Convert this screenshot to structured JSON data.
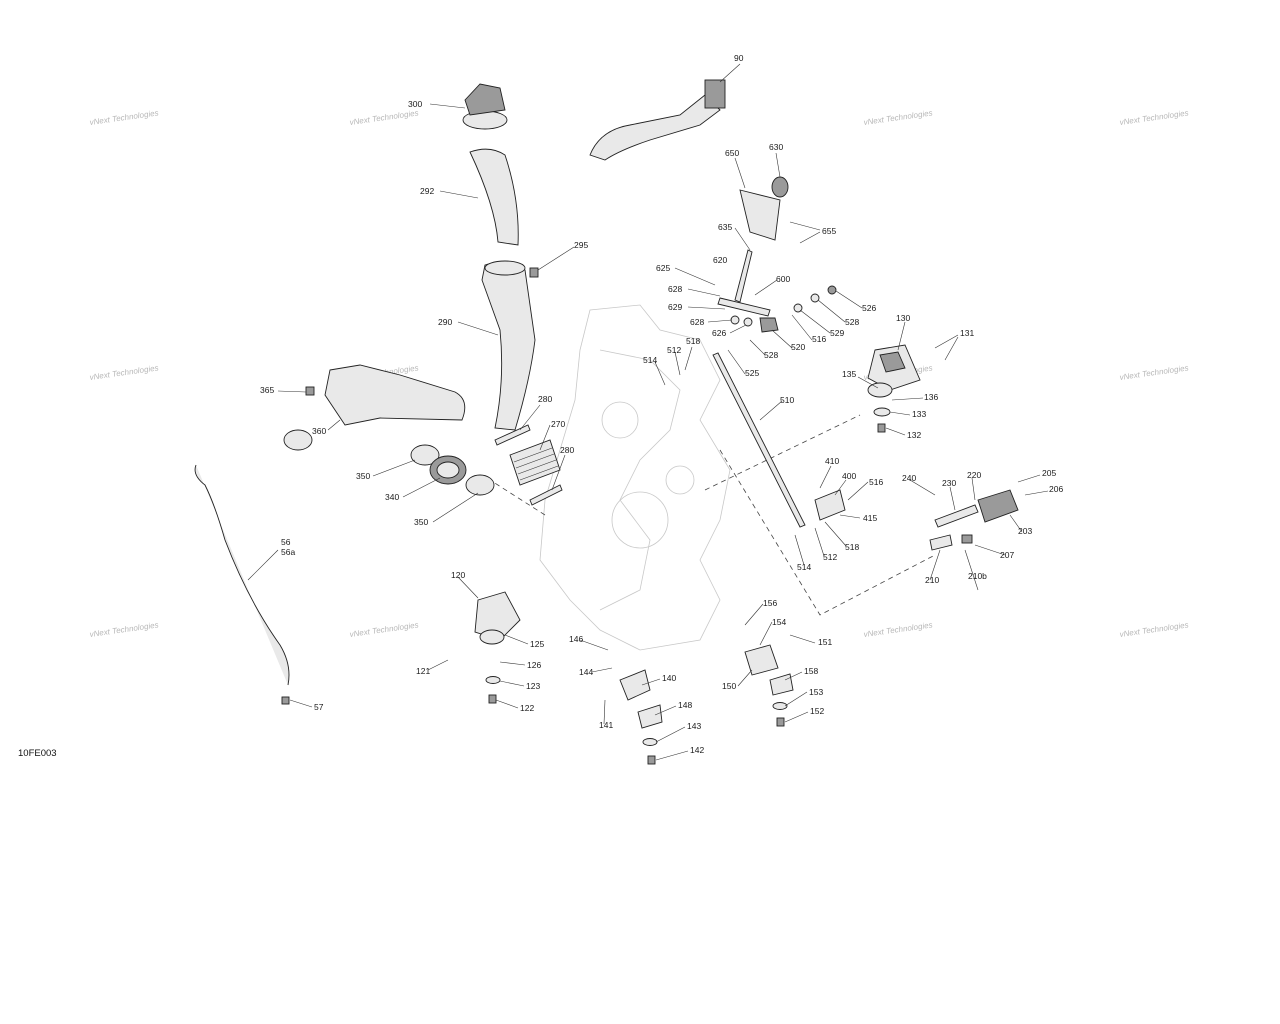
{
  "diagram_ref": "10FE003",
  "watermark": "vNext Technologies",
  "callouts": [
    "90",
    "300",
    "292",
    "295",
    "290",
    "280",
    "270",
    "280b",
    "365",
    "360",
    "350",
    "340",
    "350b",
    "56",
    "56a",
    "57",
    "650",
    "630",
    "635",
    "620",
    "655",
    "625",
    "628",
    "629",
    "628b",
    "626",
    "600",
    "526",
    "528",
    "529",
    "516",
    "520",
    "528b",
    "525",
    "518",
    "512",
    "514",
    "130",
    "131",
    "135",
    "136",
    "133",
    "132",
    "510",
    "410",
    "400",
    "516b",
    "415",
    "518b",
    "512b",
    "514b",
    "240",
    "230",
    "220",
    "205",
    "206",
    "203",
    "207",
    "210",
    "210b",
    "120",
    "125",
    "121",
    "126",
    "123",
    "122",
    "146",
    "144",
    "140",
    "141",
    "148",
    "143",
    "142",
    "156",
    "154",
    "151",
    "150",
    "158",
    "153",
    "152"
  ],
  "labels": {
    "90": "90",
    "300": "300",
    "292": "292",
    "295": "295",
    "290": "290",
    "280": "280",
    "270": "270",
    "280b": "280",
    "365": "365",
    "360": "360",
    "350": "350",
    "340": "340",
    "350b": "350",
    "56": "56",
    "56a": "56a",
    "57": "57",
    "650": "650",
    "630": "630",
    "635": "635",
    "620": "620",
    "655": "655",
    "625": "625",
    "628": "628",
    "629": "629",
    "628b": "628",
    "626": "626",
    "600": "600",
    "526": "526",
    "528": "528",
    "529": "529",
    "516": "516",
    "520": "520",
    "528b": "528",
    "525": "525",
    "518": "518",
    "512": "512",
    "514": "514",
    "130": "130",
    "131": "131",
    "135": "135",
    "136": "136",
    "133": "133",
    "132": "132",
    "510": "510",
    "410": "410",
    "400": "400",
    "516b": "516",
    "415": "415",
    "518b": "518",
    "512b": "512",
    "514b": "514",
    "240": "240",
    "230": "230",
    "220": "220",
    "205": "205",
    "206": "206",
    "203": "203",
    "207": "207",
    "210": "210",
    "210b": "210b",
    "120": "120",
    "125": "125",
    "121": "121",
    "126": "126",
    "123": "123",
    "122": "122",
    "146": "146",
    "144": "144",
    "140": "140",
    "141": "141",
    "148": "148",
    "143": "143",
    "142": "142",
    "156": "156",
    "154": "154",
    "151": "151",
    "150": "150",
    "158": "158",
    "153": "153",
    "152": "152"
  }
}
